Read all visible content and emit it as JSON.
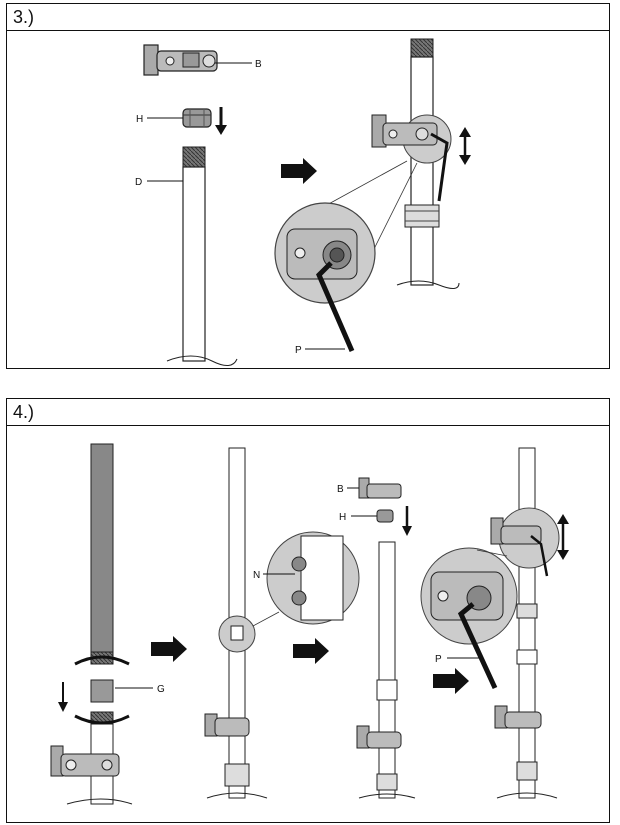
{
  "steps": [
    {
      "number": "3.)",
      "labels": {
        "b": "B",
        "h": "H",
        "d": "D",
        "p": "P"
      }
    },
    {
      "number": "4.)",
      "labels": {
        "g": "G",
        "n": "N",
        "b": "B",
        "h": "H",
        "p": "P"
      }
    }
  ]
}
